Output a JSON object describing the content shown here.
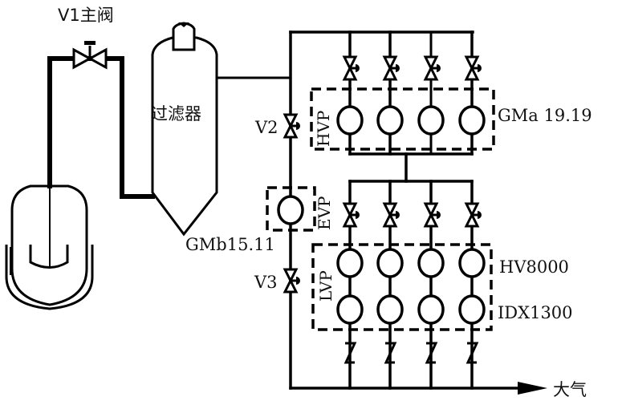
{
  "figure": {
    "type": "vacuum system schematic"
  },
  "labels": {
    "main_valve": "V1主阀",
    "filter": "过滤器",
    "v2": "V2",
    "v3": "V3",
    "hvp_group": "HVP",
    "evp_group": "EVP",
    "lvp_group": "LVP",
    "hvp_pump_model": "GMa 19.19",
    "evp_pump_model": "GMb15.11",
    "lvp_upper_pump_model": "HV8000",
    "lvp_lower_pump_model": "IDX1300",
    "exhaust": "大气"
  },
  "components": {
    "reactor": {
      "name": "reactor",
      "icon": "reactor-vessel-icon"
    },
    "filter": {
      "name": "filter",
      "icon": "filter-vessel-icon"
    },
    "hvp_branches": 4,
    "lvp_branches": 4
  },
  "colors": {
    "line": "#000000",
    "background": "#ffffff"
  }
}
